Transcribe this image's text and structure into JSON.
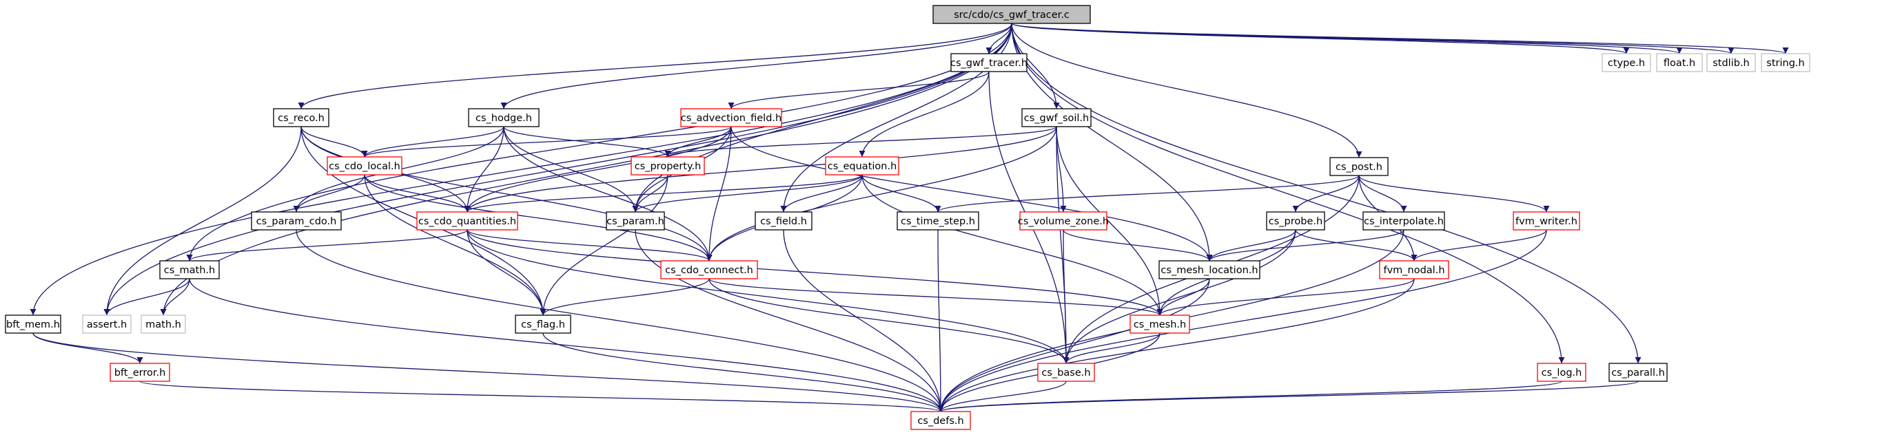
{
  "colors": {
    "root_fill": "#bfbfbf",
    "normal_border": "#000000",
    "undocumented_border": "#ff0000",
    "system_border": "#bfbfbf",
    "system_text": "#808080",
    "edge": "#191970"
  },
  "nodes": [
    {
      "id": "root",
      "label": "src/cdo/cs_gwf_tracer.c",
      "kind": "root"
    },
    {
      "id": "gwf_tracer_h",
      "label": "cs_gwf_tracer.h",
      "kind": "normal"
    },
    {
      "id": "ctype",
      "label": "ctype.h",
      "kind": "system"
    },
    {
      "id": "float",
      "label": "float.h",
      "kind": "system"
    },
    {
      "id": "stdlib",
      "label": "stdlib.h",
      "kind": "system"
    },
    {
      "id": "string",
      "label": "string.h",
      "kind": "system"
    },
    {
      "id": "reco",
      "label": "cs_reco.h",
      "kind": "normal"
    },
    {
      "id": "hodge",
      "label": "cs_hodge.h",
      "kind": "normal"
    },
    {
      "id": "adv",
      "label": "cs_advection_field.h",
      "kind": "undocumented"
    },
    {
      "id": "gwf_soil",
      "label": "cs_gwf_soil.h",
      "kind": "normal"
    },
    {
      "id": "post",
      "label": "cs_post.h",
      "kind": "normal"
    },
    {
      "id": "cdo_local",
      "label": "cs_cdo_local.h",
      "kind": "undocumented"
    },
    {
      "id": "property",
      "label": "cs_property.h",
      "kind": "undocumented"
    },
    {
      "id": "equation",
      "label": "cs_equation.h",
      "kind": "undocumented"
    },
    {
      "id": "param_cdo",
      "label": "cs_param_cdo.h",
      "kind": "normal"
    },
    {
      "id": "cdo_quant",
      "label": "cs_cdo_quantities.h",
      "kind": "undocumented"
    },
    {
      "id": "param",
      "label": "cs_param.h",
      "kind": "normal"
    },
    {
      "id": "field",
      "label": "cs_field.h",
      "kind": "normal"
    },
    {
      "id": "time_step",
      "label": "cs_time_step.h",
      "kind": "normal"
    },
    {
      "id": "vol_zone",
      "label": "cs_volume_zone.h",
      "kind": "undocumented"
    },
    {
      "id": "probe",
      "label": "cs_probe.h",
      "kind": "normal"
    },
    {
      "id": "interpolate",
      "label": "cs_interpolate.h",
      "kind": "normal"
    },
    {
      "id": "fvm_writer",
      "label": "fvm_writer.h",
      "kind": "undocumented"
    },
    {
      "id": "math",
      "label": "cs_math.h",
      "kind": "normal"
    },
    {
      "id": "cdo_connect",
      "label": "cs_cdo_connect.h",
      "kind": "undocumented"
    },
    {
      "id": "mesh_loc",
      "label": "cs_mesh_location.h",
      "kind": "normal"
    },
    {
      "id": "fvm_nodal",
      "label": "fvm_nodal.h",
      "kind": "undocumented"
    },
    {
      "id": "bft_mem",
      "label": "bft_mem.h",
      "kind": "normal"
    },
    {
      "id": "assert",
      "label": "assert.h",
      "kind": "system"
    },
    {
      "id": "mathh",
      "label": "math.h",
      "kind": "system"
    },
    {
      "id": "flag",
      "label": "cs_flag.h",
      "kind": "normal"
    },
    {
      "id": "mesh",
      "label": "cs_mesh.h",
      "kind": "undocumented"
    },
    {
      "id": "bft_error",
      "label": "bft_error.h",
      "kind": "undocumented"
    },
    {
      "id": "base",
      "label": "cs_base.h",
      "kind": "undocumented"
    },
    {
      "id": "log",
      "label": "cs_log.h",
      "kind": "undocumented"
    },
    {
      "id": "parall",
      "label": "cs_parall.h",
      "kind": "normal"
    },
    {
      "id": "defs",
      "label": "cs_defs.h",
      "kind": "undocumented"
    }
  ],
  "edges": [
    [
      "root",
      "gwf_tracer_h"
    ],
    [
      "root",
      "ctype"
    ],
    [
      "root",
      "float"
    ],
    [
      "root",
      "stdlib"
    ],
    [
      "root",
      "string"
    ],
    [
      "root",
      "reco"
    ],
    [
      "root",
      "hodge"
    ],
    [
      "root",
      "gwf_soil"
    ],
    [
      "root",
      "post"
    ],
    [
      "root",
      "param"
    ],
    [
      "root",
      "field"
    ],
    [
      "root",
      "math"
    ],
    [
      "root",
      "mesh_loc"
    ],
    [
      "root",
      "bft_mem"
    ],
    [
      "root",
      "assert"
    ],
    [
      "root",
      "mathh"
    ],
    [
      "root",
      "log"
    ],
    [
      "root",
      "parall"
    ],
    [
      "gwf_tracer_h",
      "adv"
    ],
    [
      "gwf_tracer_h",
      "equation"
    ],
    [
      "gwf_tracer_h",
      "base"
    ],
    [
      "reco",
      "cdo_local"
    ],
    [
      "reco",
      "cdo_quant"
    ],
    [
      "reco",
      "cdo_connect"
    ],
    [
      "reco",
      "assert"
    ],
    [
      "reco",
      "flag"
    ],
    [
      "hodge",
      "cdo_local"
    ],
    [
      "hodge",
      "param_cdo"
    ],
    [
      "hodge",
      "property"
    ],
    [
      "hodge",
      "param"
    ],
    [
      "hodge",
      "cdo_quant"
    ],
    [
      "hodge",
      "cdo_connect"
    ],
    [
      "adv",
      "cdo_local"
    ],
    [
      "adv",
      "property"
    ],
    [
      "adv",
      "param"
    ],
    [
      "adv",
      "cdo_quant"
    ],
    [
      "adv",
      "cdo_connect"
    ],
    [
      "adv",
      "mesh_loc"
    ],
    [
      "gwf_soil",
      "property"
    ],
    [
      "gwf_soil",
      "cdo_quant"
    ],
    [
      "gwf_soil",
      "vol_zone"
    ],
    [
      "gwf_soil",
      "cdo_connect"
    ],
    [
      "gwf_soil",
      "base"
    ],
    [
      "gwf_soil",
      "mesh"
    ],
    [
      "post",
      "time_step"
    ],
    [
      "post",
      "probe"
    ],
    [
      "post",
      "interpolate"
    ],
    [
      "post",
      "fvm_writer"
    ],
    [
      "post",
      "fvm_nodal"
    ],
    [
      "post",
      "base"
    ],
    [
      "cdo_local",
      "param_cdo"
    ],
    [
      "cdo_local",
      "cdo_quant"
    ],
    [
      "cdo_local",
      "cdo_connect"
    ],
    [
      "cdo_local",
      "flag"
    ],
    [
      "property",
      "param"
    ],
    [
      "property",
      "flag"
    ],
    [
      "equation",
      "param"
    ],
    [
      "equation",
      "field"
    ],
    [
      "equation",
      "time_step"
    ],
    [
      "equation",
      "cdo_quant"
    ],
    [
      "equation",
      "cdo_connect"
    ],
    [
      "equation",
      "mesh"
    ],
    [
      "param_cdo",
      "defs"
    ],
    [
      "cdo_quant",
      "math"
    ],
    [
      "cdo_quant",
      "cdo_connect"
    ],
    [
      "cdo_quant",
      "flag"
    ],
    [
      "cdo_quant",
      "mesh"
    ],
    [
      "cdo_quant",
      "base"
    ],
    [
      "param",
      "defs"
    ],
    [
      "field",
      "defs"
    ],
    [
      "time_step",
      "defs"
    ],
    [
      "vol_zone",
      "mesh_loc"
    ],
    [
      "vol_zone",
      "base"
    ],
    [
      "probe",
      "mesh_loc"
    ],
    [
      "probe",
      "fvm_nodal"
    ],
    [
      "probe",
      "mesh"
    ],
    [
      "probe",
      "base"
    ],
    [
      "interpolate",
      "mesh_loc"
    ],
    [
      "interpolate",
      "defs"
    ],
    [
      "fvm_writer",
      "fvm_nodal"
    ],
    [
      "fvm_writer",
      "defs"
    ],
    [
      "math",
      "assert"
    ],
    [
      "math",
      "mathh"
    ],
    [
      "math",
      "defs"
    ],
    [
      "cdo_connect",
      "flag"
    ],
    [
      "cdo_connect",
      "mesh"
    ],
    [
      "cdo_connect",
      "base"
    ],
    [
      "mesh_loc",
      "mesh"
    ],
    [
      "mesh_loc",
      "defs"
    ],
    [
      "fvm_nodal",
      "mesh"
    ],
    [
      "fvm_nodal",
      "defs"
    ],
    [
      "bft_mem",
      "bft_error"
    ],
    [
      "bft_mem",
      "defs"
    ],
    [
      "flag",
      "defs"
    ],
    [
      "mesh",
      "base"
    ],
    [
      "mesh",
      "defs"
    ],
    [
      "bft_error",
      "defs"
    ],
    [
      "base",
      "defs"
    ],
    [
      "log",
      "defs"
    ],
    [
      "parall",
      "defs"
    ]
  ]
}
